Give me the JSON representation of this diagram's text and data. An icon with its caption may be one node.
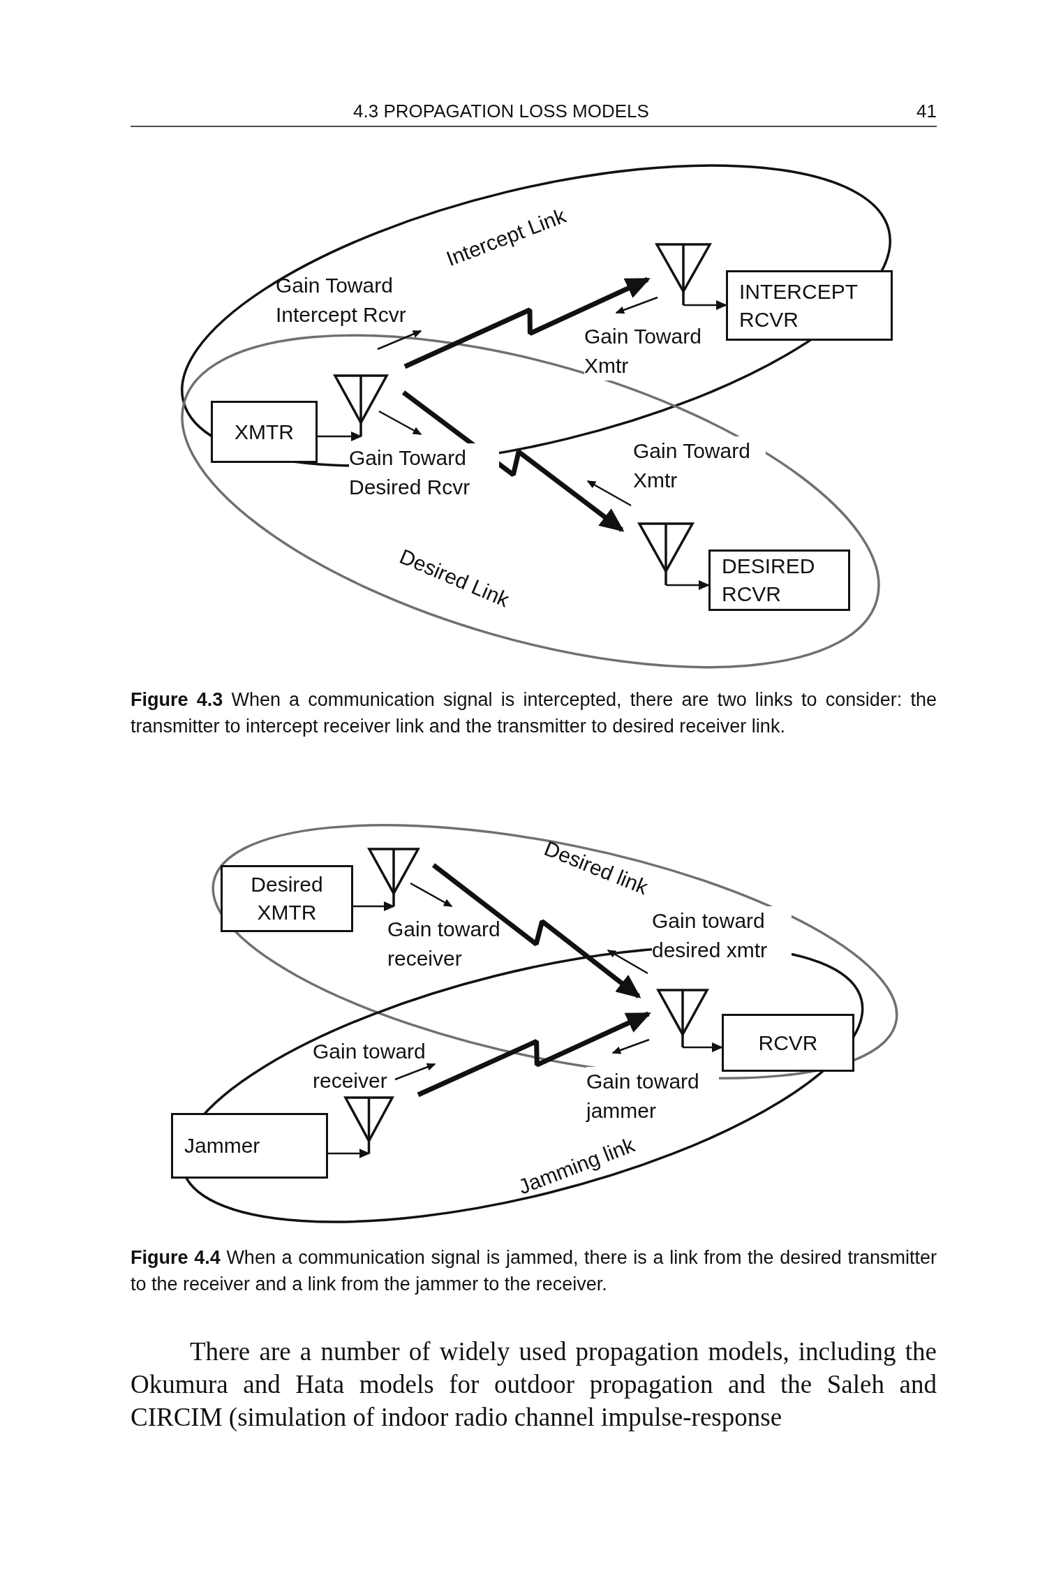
{
  "diagram": {
    "nodes": [
      {
        "text": [
          "XMTR"
        ]
      },
      {
        "text": [],
        "shape": "antenna"
      },
      {
        "text": [],
        "shape": "antenna"
      },
      {
        "text": [
          "INTERCEPT RCVR"
        ]
      },
      {
        "text": [],
        "shape": "antenna"
      },
      {
        "text": [
          "DESIRED RCVR"
        ]
      },
      {
        "text": [
          "Desired XMTR"
        ]
      },
      {
        "text": [],
        "shape": "antenna"
      },
      {
        "text": [],
        "shape": "antenna"
      },
      {
        "text": [
          "RCVR"
        ]
      },
      {
        "text": [
          "Jammer"
        ]
      },
      {
        "text": [],
        "shape": "antenna"
      }
    ],
    "edges": [
      {
        "from": 0,
        "to": 1,
        "arrow": "to"
      },
      {
        "from": 1,
        "to": 2,
        "arrow": "to",
        "style": "thick"
      },
      {
        "from": 2,
        "to": 3,
        "arrow": "to"
      },
      {
        "from": 1,
        "to": 4,
        "arrow": "to",
        "style": "thick"
      },
      {
        "from": 4,
        "to": 5,
        "arrow": "to"
      },
      {
        "from": 6,
        "to": 7,
        "arrow": "to"
      },
      {
        "from": 7,
        "to": 8,
        "arrow": "to",
        "style": "thick"
      },
      {
        "from": 8,
        "to": 9,
        "arrow": "to"
      },
      {
        "from": 10,
        "to": 11,
        "arrow": "to"
      },
      {
        "from": 11,
        "to": 8,
        "arrow": "to",
        "style": "thick"
      }
    ],
    "labels": [
      "4.3 PROPAGATION LOSS MODELS",
      "41",
      "Intercept Link",
      "Gain Toward Intercept Rcvr",
      "Gain Toward Xmtr",
      "Gain Toward Desired Rcvr",
      "Gain Toward Xmtr",
      "Desired Link",
      "**Figure 4.3** When a communication signal is intercepted, there are two links to consider: the transmitter to intercept receiver link and the transmitter to desired receiver link.",
      "Desired link",
      "Gain toward receiver",
      "Gain toward desired xmtr",
      "Gain toward receiver",
      "Gain toward jammer",
      "Jamming link",
      "**Figure 4.4** When a communication signal is jammed, there is a link from the desired transmitter to the receiver and a link from the jammer to the receiver.",
      "There are a number of widely used propagation models, including the Okumura and Hata models for outdoor propagation and the Saleh and CIRCIM (simulation of indoor radio channel impulse-response"
    ]
  }
}
